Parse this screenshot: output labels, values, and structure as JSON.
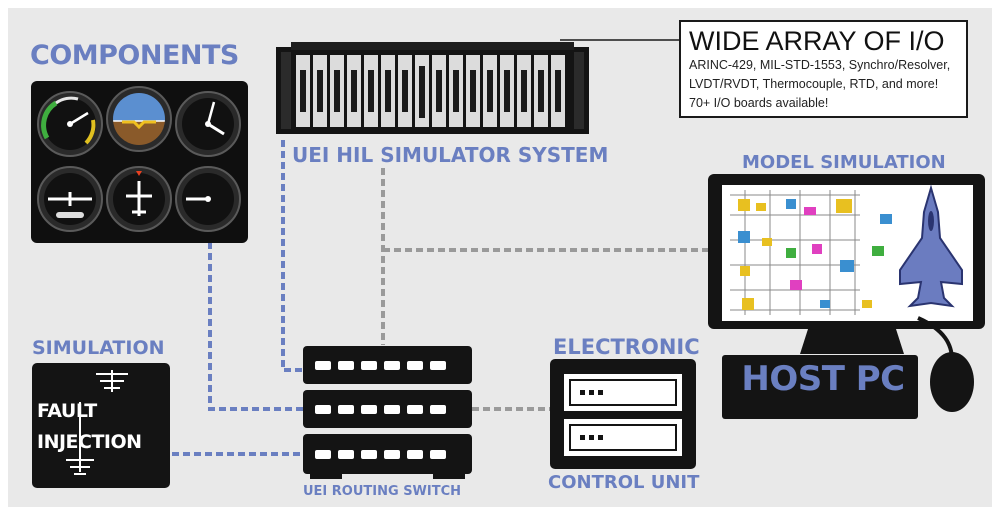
{
  "components": {
    "title": "COMPONENTS"
  },
  "hil": {
    "title": "UEI HIL SIMULATOR SYSTEM"
  },
  "io": {
    "title": "WIDE ARRAY OF I/O",
    "lines": [
      "ARINC-429, MIL-STD-1553, Synchro/Resolver,",
      "LVDT/RVDT, Thermocouple, RTD, and more!",
      "70+ I/O boards available!"
    ]
  },
  "model_simulation": {
    "title": "MODEL SIMULATION"
  },
  "host_pc": {
    "title": "HOST PC"
  },
  "simulation": {
    "title": "SIMULATION",
    "fault_lines": [
      "FAULT",
      "INJECTION"
    ]
  },
  "electronic": {
    "title": "ELECTRONIC",
    "subtitle": "CONTROL UNIT"
  },
  "routing_switch": {
    "title": "UEI ROUTING SWITCH"
  },
  "colors": {
    "accent": "#6a7fc1",
    "dashed_blue": "#6a7fc1",
    "dashed_gray": "#9a9a9a",
    "dark": "#141414",
    "jet": "#6b7cc0"
  }
}
